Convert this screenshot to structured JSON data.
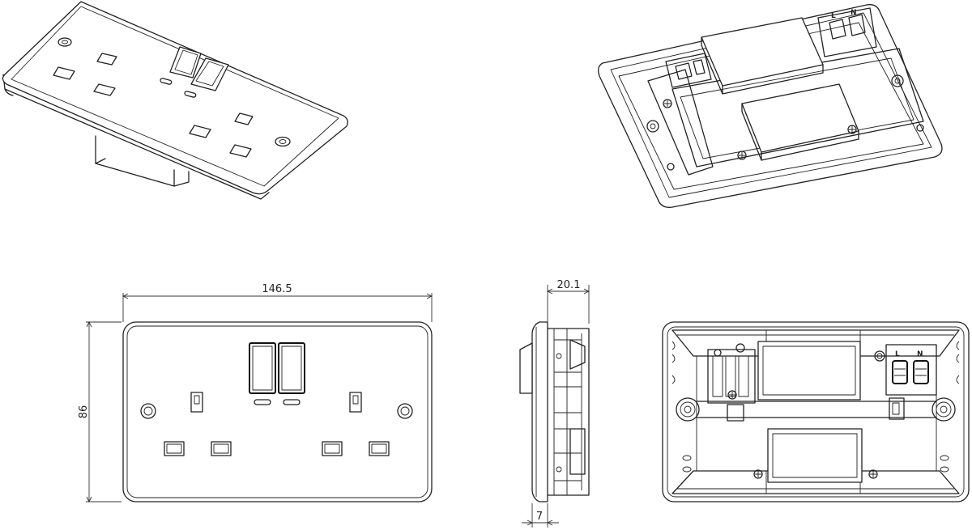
{
  "dimensions": {
    "width": "146.5",
    "height": "86",
    "depth": "20.1",
    "plate_thickness": "7"
  },
  "terminals": {
    "live": "L",
    "neutral": "N"
  },
  "line_color": "#222222",
  "background_color": "#ffffff"
}
